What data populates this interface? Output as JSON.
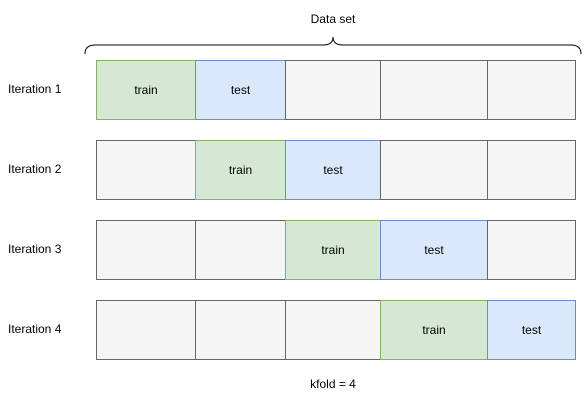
{
  "dataset_label": "Data set",
  "footer_label": "kfold = 4",
  "colors": {
    "train_fill": "#d5e8d4",
    "train_border": "#82b366",
    "test_fill": "#dae8fc",
    "test_border": "#6c8ebf",
    "empty_fill": "#f5f5f5",
    "empty_border": "#666666"
  },
  "iterations": [
    {
      "label": "Iteration 1",
      "cells": [
        {
          "kind": "train",
          "text": "train"
        },
        {
          "kind": "test",
          "text": "test"
        },
        {
          "kind": "empty",
          "text": ""
        },
        {
          "kind": "empty",
          "text": ""
        },
        {
          "kind": "empty",
          "text": ""
        }
      ]
    },
    {
      "label": "Iteration 2",
      "cells": [
        {
          "kind": "empty",
          "text": ""
        },
        {
          "kind": "train",
          "text": "train"
        },
        {
          "kind": "test",
          "text": "test"
        },
        {
          "kind": "empty",
          "text": ""
        },
        {
          "kind": "empty",
          "text": ""
        }
      ]
    },
    {
      "label": "Iteration 3",
      "cells": [
        {
          "kind": "empty",
          "text": ""
        },
        {
          "kind": "empty",
          "text": ""
        },
        {
          "kind": "train",
          "text": "train"
        },
        {
          "kind": "test",
          "text": "test"
        },
        {
          "kind": "empty",
          "text": ""
        }
      ]
    },
    {
      "label": "Iteration 4",
      "cells": [
        {
          "kind": "empty",
          "text": ""
        },
        {
          "kind": "empty",
          "text": ""
        },
        {
          "kind": "empty",
          "text": ""
        },
        {
          "kind": "train",
          "text": "train"
        },
        {
          "kind": "test",
          "text": "test"
        }
      ]
    }
  ]
}
